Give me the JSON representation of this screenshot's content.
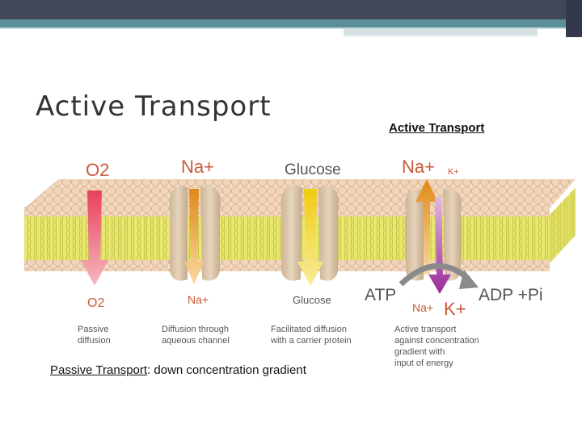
{
  "slide": {
    "title": "Active Transport",
    "subtitle": "Active Transport",
    "note_term": "Passive Transport",
    "note_rest": ": down concentration gradient"
  },
  "diagram": {
    "labels": {
      "o2_top": "O2",
      "na_top": "Na+",
      "glucose_top": "Glucose",
      "na_top2": "Na+",
      "k_top": "K+",
      "o2_bottom": "O2",
      "na_bottom": "Na+",
      "glucose_bottom": "Glucose",
      "atp": "ATP",
      "adp": "ADP +Pi",
      "na_bottom2": "Na+",
      "k_bottom": "K+"
    },
    "captions": {
      "passive_1": "Passive",
      "passive_2": "diffusion",
      "channel_1": "Diffusion through",
      "channel_2": "aqueous channel",
      "carrier_1": "Facilitated diffusion",
      "carrier_2": "with a carrier protein",
      "active_1": "Active transport",
      "active_2": "against concentration",
      "active_3": "gradient with",
      "active_4": "input of energy"
    },
    "colors": {
      "membrane_tail": "#e8e66a",
      "head": "#f2d2b6",
      "protein": "#d8c2a6",
      "o2_arrow": "#e8405a",
      "na_arrow": "#e89a20",
      "glucose_arrow": "#f0d020",
      "k_arrow": "#b03aa8",
      "label": "#c85a3a"
    }
  }
}
